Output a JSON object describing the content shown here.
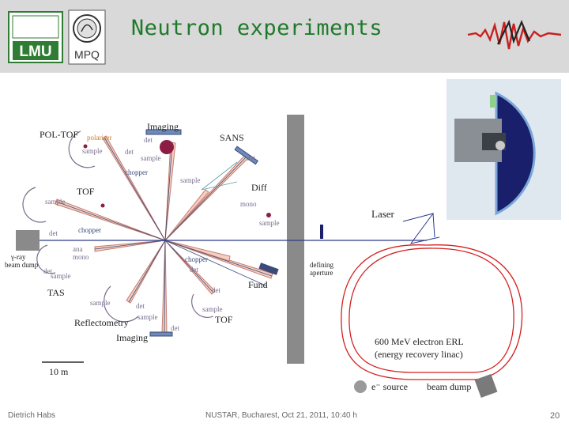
{
  "header": {
    "title": "Neutron experiments",
    "logo_lmu_text": "LMU",
    "logo_mpq_text": "MPQ"
  },
  "diagram": {
    "labels": {
      "pol_tof": "POL-TOF",
      "polariser": "polariser",
      "imaging_top": "Imaging",
      "sans": "SANS",
      "det": "det",
      "sample": "sample",
      "chopper": "chopper",
      "tof_left": "TOF",
      "diff": "Diff",
      "mono": "mono",
      "laser": "Laser",
      "gamma_beam_dump": "γ-ray beam dump",
      "gamma_ray": "γ-ray",
      "beam_dump": "beam dump",
      "ana": "ana",
      "defining_aperture_1": "defining",
      "defining_aperture_2": "aperture",
      "tas": "TAS",
      "fund": "Fund",
      "reflectometry": "Reflectometry",
      "tof_bottom": "TOF",
      "imaging_bottom": "Imaging",
      "scale": "10 m",
      "erl_line1": "600 MeV electron ERL",
      "erl_line2": "(energy recovery linac)",
      "e_source": "e⁻ source",
      "beam_dump_right": "beam dump"
    }
  },
  "footer": {
    "author": "Dietrich Habs",
    "event": "NUSTAR, Bucharest, Oct 21, 2011, 10:40 h",
    "page": "20"
  },
  "colors": {
    "title": "#1e7a2a",
    "header_bg": "#d9d9d9",
    "erl_ring": "#d42020",
    "beam_blue": "#2e3a8c",
    "wall": "#8a8a8a"
  }
}
